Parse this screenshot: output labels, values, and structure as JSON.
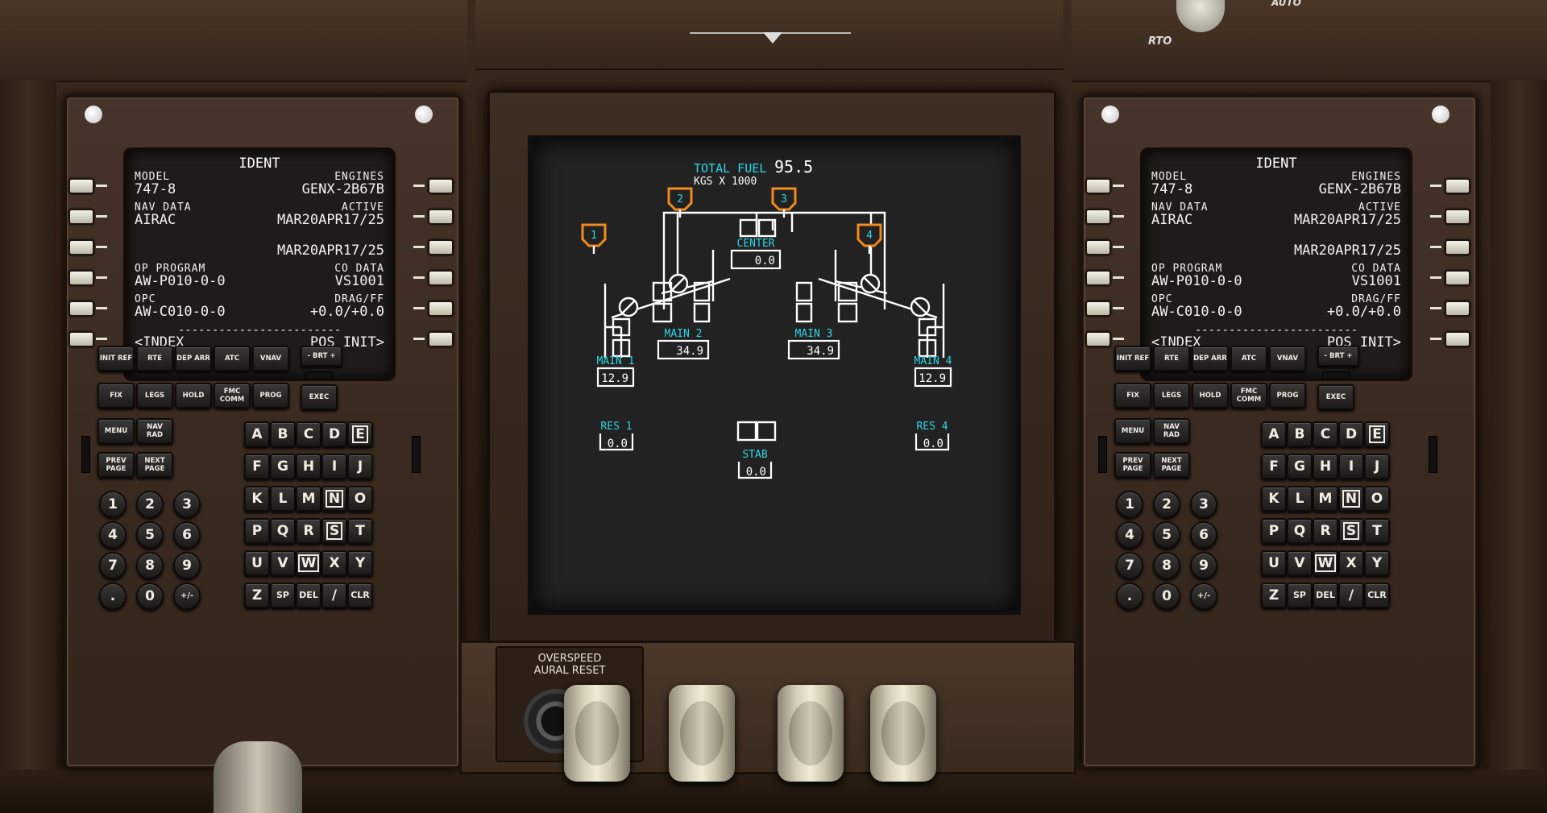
{
  "cdu_left": {
    "title": "IDENT",
    "lines": [
      {
        "left_label": "MODEL",
        "left_value": "747-8",
        "right_label": "ENGINES",
        "right_value": "GENX-2B67B"
      },
      {
        "left_label": "NAV DATA",
        "left_value": "AIRAC",
        "right_label": "ACTIVE",
        "right_value": "MAR20APR17/25"
      },
      {
        "left_label": "",
        "left_value": "",
        "right_label": "",
        "right_value": "MAR20APR17/25"
      },
      {
        "left_label": "OP PROGRAM",
        "left_value": "AW-P010-0-0",
        "right_label": "CO DATA",
        "right_value": "VS1001"
      },
      {
        "left_label": "OPC",
        "left_value": "AW-C010-0-0",
        "right_label": "DRAG/FF",
        "right_value": "+0.0/+0.0"
      },
      {
        "left_label": "",
        "left_value": "<INDEX",
        "right_label": "",
        "right_value": "POS INIT>"
      }
    ],
    "divider": "------------------------"
  },
  "cdu_right": {
    "title": "IDENT",
    "lines": [
      {
        "left_label": "MODEL",
        "left_value": "747-8",
        "right_label": "ENGINES",
        "right_value": "GENX-2B67B"
      },
      {
        "left_label": "NAV DATA",
        "left_value": "AIRAC",
        "right_label": "ACTIVE",
        "right_value": "MAR20APR17/25"
      },
      {
        "left_label": "",
        "left_value": "",
        "right_label": "",
        "right_value": "MAR20APR17/25"
      },
      {
        "left_label": "OP PROGRAM",
        "left_value": "AW-P010-0-0",
        "right_label": "CO DATA",
        "right_value": "VS1001"
      },
      {
        "left_label": "OPC",
        "left_value": "AW-C010-0-0",
        "right_label": "DRAG/FF",
        "right_value": "+0.0/+0.0"
      },
      {
        "left_label": "",
        "left_value": "<INDEX",
        "right_label": "",
        "right_value": "POS INIT>"
      }
    ],
    "divider": "------------------------"
  },
  "keys": {
    "fn_row1": [
      "INIT REF",
      "RTE",
      "DEP ARR",
      "ATC",
      "VNAV"
    ],
    "brt": "- BRT +",
    "fn_row2": [
      "FIX",
      "LEGS",
      "HOLD",
      "FMC COMM",
      "PROG"
    ],
    "exec": "EXEC",
    "menu": "MENU",
    "nav_rad": "NAV RAD",
    "prev_page": "PREV PAGE",
    "next_page": "NEXT PAGE",
    "alpha_rows": [
      [
        "A",
        "B",
        "C",
        "D",
        "E"
      ],
      [
        "F",
        "G",
        "H",
        "I",
        "J"
      ],
      [
        "K",
        "L",
        "M",
        "N",
        "O"
      ],
      [
        "P",
        "Q",
        "R",
        "S",
        "T"
      ],
      [
        "U",
        "V",
        "W",
        "X",
        "Y"
      ],
      [
        "Z",
        "SP",
        "DEL",
        "/",
        "CLR"
      ]
    ],
    "num_rows": [
      [
        "1",
        "2",
        "3"
      ],
      [
        "4",
        "5",
        "6"
      ],
      [
        "7",
        "8",
        "9"
      ],
      [
        ".",
        "0",
        "+/-"
      ]
    ]
  },
  "eicas": {
    "total_fuel_label": "TOTAL FUEL",
    "total_fuel_value": "95.5",
    "units": "KGS X 1000",
    "tanks": {
      "center": {
        "label": "CENTER",
        "value": "0.0"
      },
      "main1": {
        "label": "MAIN 1",
        "value": "12.9"
      },
      "main2": {
        "label": "MAIN 2",
        "value": "34.9"
      },
      "main3": {
        "label": "MAIN 3",
        "value": "34.9"
      },
      "main4": {
        "label": "MAIN 4",
        "value": "12.9"
      },
      "res1": {
        "label": "RES 1",
        "value": "0.0"
      },
      "res4": {
        "label": "RES 4",
        "value": "0.0"
      },
      "stab": {
        "label": "STAB",
        "value": "0.0"
      }
    },
    "engines": [
      "1",
      "2",
      "3",
      "4"
    ],
    "colors": {
      "cyan": "#2fd5e6",
      "engine": "#f08a1c",
      "lines": "#ffffff"
    }
  },
  "overspeed": {
    "label": "OVERSPEED\nAURAL RESET"
  },
  "top_labels": {
    "rto": "RTO",
    "auto": "AUTO"
  }
}
